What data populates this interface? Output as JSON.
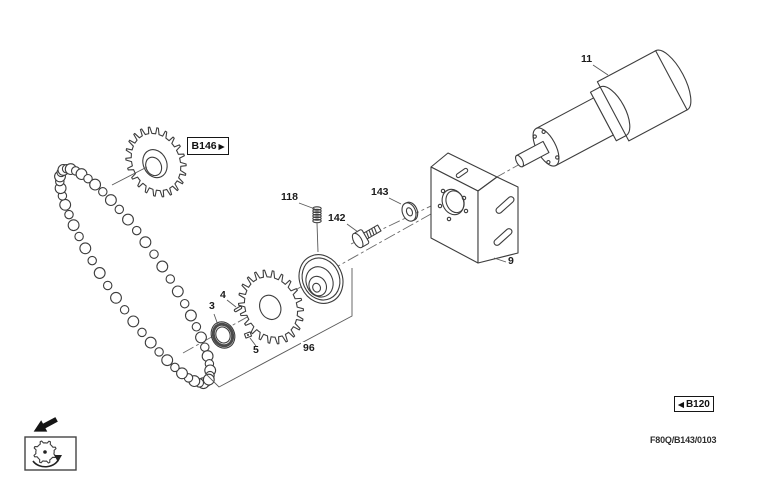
{
  "page": {
    "background": "#ffffff",
    "line_color": "#3d3d3d"
  },
  "diagram": {
    "callouts": {
      "c3": "3",
      "c4": "4",
      "c5": "5",
      "c9": "9",
      "c11": "11",
      "c96": "96",
      "c118": "118",
      "c142": "142",
      "c143": "143"
    },
    "nav_refs": [
      {
        "label": "B146",
        "arrow": "▶"
      },
      {
        "label": "B120",
        "arrow": "◀"
      }
    ],
    "footer_code": "F80Q/B143/0103",
    "icons": {
      "legend": "sprocket-rotation-icon",
      "pointer": "direction-arrow-icon",
      "forward": "right-triangle-icon",
      "back": "left-triangle-icon"
    }
  }
}
